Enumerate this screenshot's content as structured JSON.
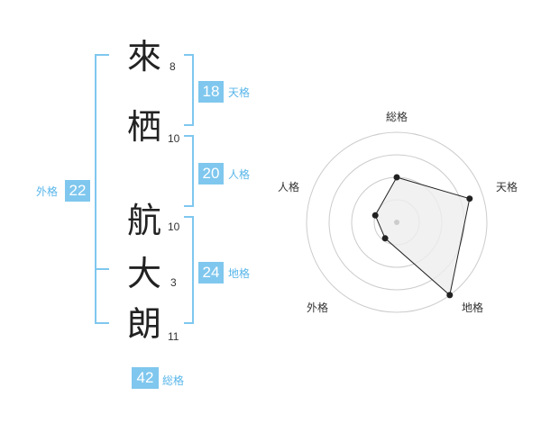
{
  "characters": [
    {
      "char": "來",
      "strokes": "8"
    },
    {
      "char": "栖",
      "strokes": "10"
    },
    {
      "char": "航",
      "strokes": "10"
    },
    {
      "char": "大",
      "strokes": "3"
    },
    {
      "char": "朗",
      "strokes": "11"
    }
  ],
  "scores": {
    "tenkaku": {
      "value": "18",
      "label": "天格"
    },
    "jinkaku": {
      "value": "20",
      "label": "人格"
    },
    "chikaku": {
      "value": "24",
      "label": "地格"
    },
    "gaikaku": {
      "value": "22",
      "label": "外格"
    },
    "soukaku": {
      "value": "42",
      "label": "総格"
    }
  },
  "radar": {
    "axes": [
      "総格",
      "天格",
      "地格",
      "外格",
      "人格"
    ],
    "levels": 4,
    "values": [
      0.5,
      0.85,
      1.0,
      0.22,
      0.25
    ],
    "colors": {
      "ring": "#cccccc",
      "fill": "#eeeeee",
      "stroke": "#222222",
      "point": "#222222",
      "center": "#cccccc"
    }
  },
  "colors": {
    "accent": "#7fc7ee",
    "accent_text": "#58b6ea"
  }
}
